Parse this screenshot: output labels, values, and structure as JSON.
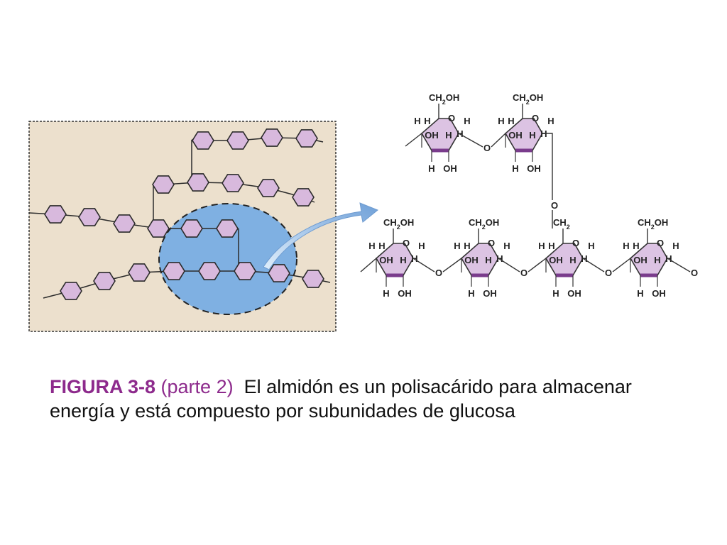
{
  "caption": {
    "label": "FIGURA 3-8",
    "part": "(parte 2)",
    "text": "El almidón es un polisacárido para almacenar energía y está compuesto por subunidades de glucosa"
  },
  "atoms": {
    "ch2oh": "CH2OH",
    "ch2": "CH2",
    "oh": "OH",
    "h": "H",
    "o": "O"
  },
  "colors": {
    "background_panel": "#ece0cd",
    "sugar_fill": "#d8b9dd",
    "sugar_stroke": "#2b2b2b",
    "ring_fill": "#dcc3e3",
    "ring_bond": "#7a3c8c",
    "zoom_fill": "#7fb0e2",
    "caption_accent": "#8d2a8c"
  },
  "icons": {
    "zoom_arrow": "curved-arrow-icon"
  }
}
